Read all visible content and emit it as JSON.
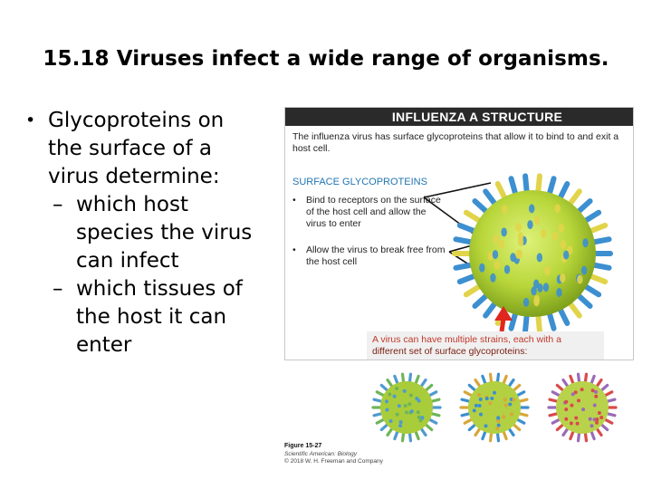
{
  "title": "15.18 Viruses infect a wide range of organisms.",
  "bullets": {
    "main_lines": [
      "Glycoproteins on",
      "the surface of a",
      "virus determine:"
    ],
    "sub1_lines": [
      "which host",
      "species the virus",
      "can infect"
    ],
    "sub2_lines": [
      "which tissues of",
      "the host it can",
      "enter"
    ]
  },
  "figure": {
    "header": "INFLUENZA A STRUCTURE",
    "intro": "The influenza virus has surface glycoproteins that allow it to bind to and exit a host cell.",
    "surface_heading": "SURFACE GLYCOPROTEINS",
    "bullet1": "Bind to receptors on the surface of the host cell and allow the virus to enter",
    "bullet2": "Allow the virus to break free from the host cell",
    "callout_line1": "A virus can have multiple strains, each with a",
    "callout_line2": "different set of surface glycoproteins:",
    "figure_number": "Figure 15-27",
    "book": "Scientific American: Biology",
    "copyright": "© 2018 W. H. Freeman and Company",
    "colors": {
      "virus_body": "#b8d63a",
      "spike_blue": "#3c8fd0",
      "spike_yellow": "#e2d44a",
      "header_bg": "#2a2a2a",
      "accent_red": "#e0271f",
      "heading_blue": "#2276b3"
    }
  }
}
